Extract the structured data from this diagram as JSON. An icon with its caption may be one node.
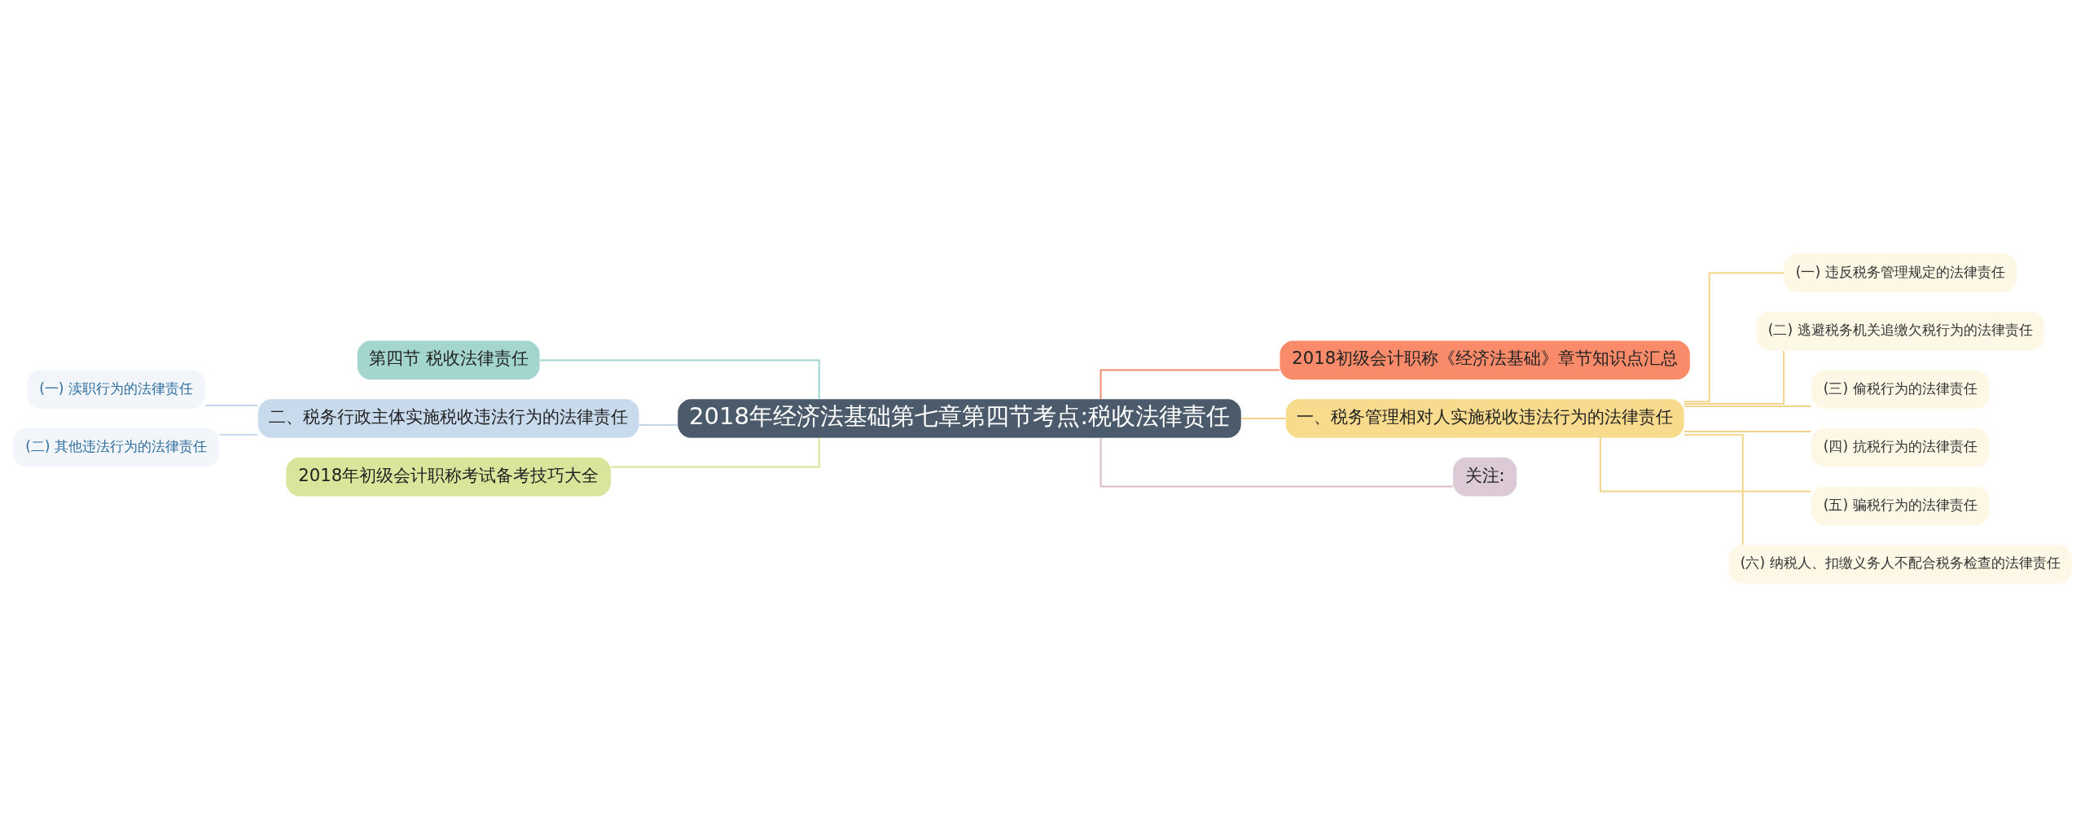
{
  "diagram": {
    "nodes": [
      {
        "text": [
          "2018年经济法基础第七章第四节考点:税收法律责任"
        ]
      },
      {
        "text": [
          "2018初级会计职称《经济法基础》章节知识点汇总"
        ]
      },
      {
        "text": [
          "一、税务管理相对人实施税收违法行为的法律责任"
        ]
      },
      {
        "text": [
          "(一) 违反税务管理规定的法律责任"
        ]
      },
      {
        "text": [
          "(二) 逃避税务机关追缴欠税行为的法律责任"
        ]
      },
      {
        "text": [
          "(三) 偷税行为的法律责任"
        ]
      },
      {
        "text": [
          "(四) 抗税行为的法律责任"
        ]
      },
      {
        "text": [
          "(五) 骗税行为的法律责任"
        ]
      },
      {
        "text": [
          "(六) 纳税人、扣缴义务人不配合税务检查的法律责任"
        ]
      },
      {
        "text": [
          "关注:"
        ]
      },
      {
        "text": [
          "第四节 税收法律责任"
        ]
      },
      {
        "text": [
          "二、税务行政主体实施税收违法行为的法律责任"
        ]
      },
      {
        "text": [
          "(一) 渎职行为的法律责任"
        ]
      },
      {
        "text": [
          "(二) 其他违法行为的法律责任"
        ]
      },
      {
        "text": [
          "2018年初级会计职称考试备考技巧大全"
        ]
      }
    ],
    "edges": [
      {
        "from": 0,
        "to": 1,
        "arrow": "none",
        "color": "#f28b6b"
      },
      {
        "from": 0,
        "to": 2,
        "arrow": "none",
        "color": "#f2d58a"
      },
      {
        "from": 2,
        "to": 3,
        "arrow": "none",
        "color": "#f2d58a"
      },
      {
        "from": 2,
        "to": 4,
        "arrow": "none",
        "color": "#f2d58a"
      },
      {
        "from": 2,
        "to": 5,
        "arrow": "none",
        "color": "#f2d58a"
      },
      {
        "from": 2,
        "to": 6,
        "arrow": "none",
        "color": "#f2d58a"
      },
      {
        "from": 2,
        "to": 7,
        "arrow": "none",
        "color": "#f2d58a"
      },
      {
        "from": 2,
        "to": 8,
        "arrow": "none",
        "color": "#f2d58a"
      },
      {
        "from": 0,
        "to": 9,
        "arrow": "none",
        "color": "#d9b9c6"
      },
      {
        "from": 0,
        "to": 10,
        "arrow": "none",
        "color": "#9fd3cf"
      },
      {
        "from": 0,
        "to": 11,
        "arrow": "none",
        "color": "#c2d6e8"
      },
      {
        "from": 11,
        "to": 12,
        "arrow": "none",
        "color": "#c2d6e8"
      },
      {
        "from": 11,
        "to": 13,
        "arrow": "none",
        "color": "#c2d6e8"
      },
      {
        "from": 0,
        "to": 14,
        "arrow": "none",
        "color": "#d6e59a"
      }
    ]
  }
}
